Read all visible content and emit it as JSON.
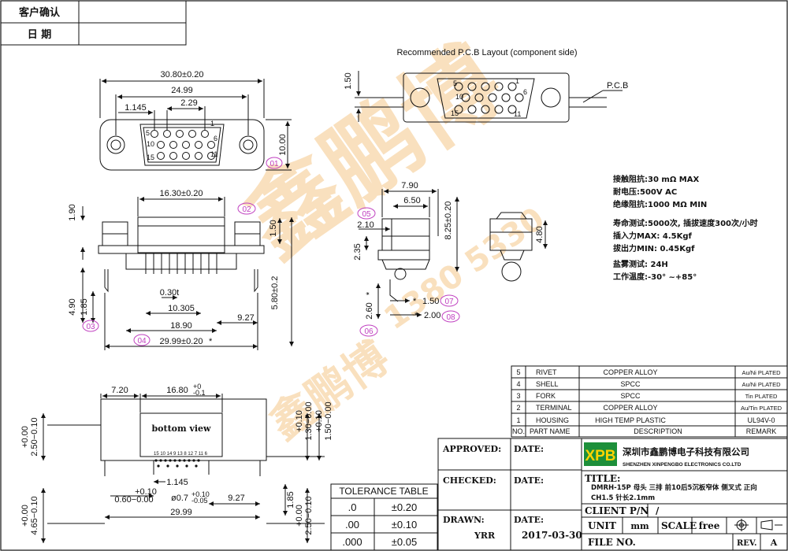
{
  "header": {
    "approve_label": "客户确认",
    "date_label": "日 期"
  },
  "layout_caption": "Recommended P.C.B Layout (component side)",
  "pcb_label": "P.C.B",
  "watermark": {
    "brand_text": "鑫鹏博",
    "phone_text": "1380 5330"
  },
  "dimensions": {
    "front": {
      "d1": "30.80±0.20",
      "d2": "24.99",
      "d3": "1.145",
      "d4": "2.29",
      "d5": "10.00",
      "pin_labels": [
        "5",
        "1",
        "10",
        "6",
        "15",
        "11"
      ]
    },
    "pcb": {
      "d1": "1.50",
      "pin_labels": [
        "5",
        "1",
        "10",
        "6",
        "15",
        "11"
      ]
    },
    "side": {
      "d1": "16.30±0.20",
      "d2": "1.90",
      "d3": "1.50",
      "d4": "0.30t",
      "d5": "10.305",
      "d6": "18.90",
      "d7": "9.27",
      "d8": "29.99±0.20",
      "d8_star": "*",
      "d9": "4.90",
      "d10": "1.85",
      "d11": "5.80±0.2"
    },
    "profile": {
      "d1": "7.90",
      "d2": "6.50",
      "d3": "2.10",
      "d4": "8.25±0.20",
      "d5": "2.35",
      "d6": "2.60",
      "d6_star": "*",
      "d7": "1.50",
      "d7_star": "*",
      "d8": "2.00",
      "d8_star": "*",
      "d9": "4.80"
    },
    "bottom": {
      "d1": "7.20",
      "d2": "16.80",
      "d2_tol_top": "+0",
      "d2_tol_bot": "-0.1",
      "view_label": "bottom view",
      "pin_row": "15 10 14 9 13 8 12 7 11 6",
      "d3": "1.145",
      "d4": "+0.10",
      "d5": "0.60−0.00",
      "d6": "ø0.7",
      "d6_tol_top": "+0.10",
      "d6_tol_bot": "-0.05",
      "d7": "9.27",
      "d8": "29.99",
      "d9": "1.85",
      "left_top": "+0.00",
      "left_top2": "2.50−0.10",
      "left_bot": "+0.00",
      "left_bot2": "4.65−0.10",
      "right_top": "+0.10",
      "right_top2": "1.30−0.00",
      "right_top3": "+0.10",
      "right_top4": "1.50−0.00",
      "right_bot": "+0.00",
      "right_bot2": "2.50−0.10"
    },
    "tags": [
      "01",
      "02",
      "03",
      "04",
      "05",
      "06",
      "07",
      "08"
    ]
  },
  "specs": [
    "接触阻抗:30 mΩ MAX",
    "耐电压:500V AC",
    "绝缘阻抗:1000 MΩ MIN",
    "寿命测试:5000次, 插拔速度300次/小时",
    "插入力MAX: 4.5Kgf",
    "拔出力MIN: 0.45Kgf",
    "盐雾测试: 24H",
    "工作温度:-30° ~+85°"
  ],
  "bom": {
    "rows": [
      {
        "no": "5",
        "part": "RIVET",
        "desc": "COPPER ALLOY",
        "remark": "Au/Ni PLATED"
      },
      {
        "no": "4",
        "part": "SHELL",
        "desc": "SPCC",
        "remark": "Au/Ni PLATED"
      },
      {
        "no": "3",
        "part": "FORK",
        "desc": "SPCC",
        "remark": "Tin PLATED"
      },
      {
        "no": "2",
        "part": "TERMINAL",
        "desc": "COPPER ALLOY",
        "remark": "Au/Tin PLATED"
      },
      {
        "no": "1",
        "part": "HOUSING",
        "desc": "HIGH TEMP PLASTIC",
        "remark": "UL94V-0"
      }
    ],
    "header": {
      "no": "NO.",
      "part": "PART NAME",
      "desc": "DESCRIPTION",
      "remark": "REMARK"
    }
  },
  "tolerance": {
    "title": "TOLERANCE TABLE",
    "rows": [
      {
        "k": ".0",
        "v": "±0.20"
      },
      {
        "k": ".00",
        "v": "±0.10"
      },
      {
        "k": ".000",
        "v": "±0.05"
      }
    ]
  },
  "titleblock": {
    "approved": "APPROVED:",
    "checked": "CHECKED:",
    "drawn": "DRAWN:",
    "drawn_value": "YRR",
    "date": "DATE:",
    "date_value": "2017-03-30",
    "logo": "XPB",
    "company_cn": "深圳市鑫鹏博电子科技有限公司",
    "company_en": "SHENZHEN XINPENGBO ELECTRONICS CO.LTD",
    "title_label": "TITLE:",
    "title_line1": "DMRH-15P 母头 三排 前10后5沉板窄体 侧叉式 正向",
    "title_line2": "CH1.5 针长2.1mm",
    "client_label": "CLIENT P/N",
    "client_value": "/",
    "unit_label": "UNIT",
    "unit_value": "mm",
    "scale_label": "SCALE",
    "scale_value": "free",
    "file_label": "FILE NO.",
    "rev_label": "REV.",
    "rev_value": "A"
  },
  "colors": {
    "line": "#111111",
    "watermark": "#f5c88a",
    "tag": "#c040c0",
    "logo_bg": "#1d8f3a",
    "logo_text": "#ffd400"
  }
}
